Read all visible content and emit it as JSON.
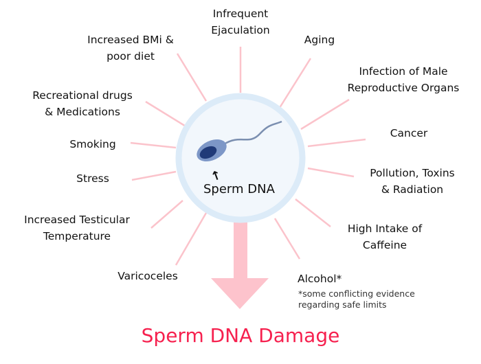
{
  "center_label": "Sperm DNA",
  "outcome": "Sperm DNA Damage",
  "factors": {
    "ejaculation": [
      "Infrequent",
      "Ejaculation"
    ],
    "aging": [
      "Aging"
    ],
    "infection": [
      "Infection of Male",
      "Reproductive Organs"
    ],
    "cancer": [
      "Cancer"
    ],
    "pollution": [
      "Pollution, Toxins",
      "& Radiation"
    ],
    "caffeine": [
      "High Intake of",
      "Caffeine"
    ],
    "alcohol": [
      "Alcohol*"
    ],
    "alcohol_note": [
      "*some conflicting evidence",
      "regarding safe limits"
    ],
    "varicoceles": [
      "Varicoceles"
    ],
    "testicular": [
      "Increased Testicular",
      "Temperature"
    ],
    "stress": [
      "Stress"
    ],
    "smoking": [
      "Smoking"
    ],
    "drugs": [
      "Recreational drugs",
      "& Medications"
    ],
    "bmi": [
      "Increased BMi &",
      "poor diet"
    ]
  },
  "colors": {
    "spoke": "#fbc3cb",
    "ring": "#dcebf8",
    "fill": "#f2f7fc",
    "title": "#f6204e",
    "arrow": "#fdc3cc"
  }
}
